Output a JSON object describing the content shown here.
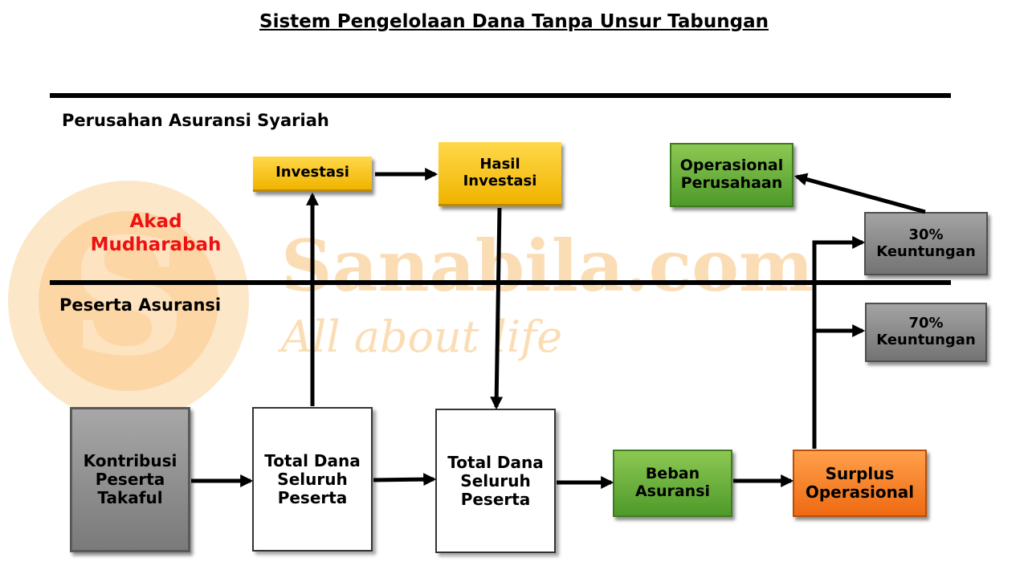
{
  "title": "Sistem Pengelolaan Dana Tanpa Unsur Tabungan",
  "sections": {
    "company": "Perusahan Asuransi Syariah",
    "participants": "Peserta Asuransi"
  },
  "akad": "Akad\nMudharabah",
  "watermark": {
    "brand": "Sanabila.com",
    "tagline": "All about life",
    "logo_letter": "S"
  },
  "nodes": {
    "investasi": "Investasi",
    "hasil_investasi": "Hasil\nInvestasi",
    "operasional_perusahaan": "Operasional\nPerusahaan",
    "keuntungan_30": "30%\nKeuntungan",
    "keuntungan_70": "70%\nKeuntungan",
    "kontribusi": "Kontribusi\nPeserta\nTakaful",
    "total_dana_1": "Total Dana\nSeluruh\nPeserta",
    "total_dana_2": "Total Dana\nSeluruh\nPeserta",
    "beban_asuransi": "Beban\nAsuransi",
    "surplus": "Surplus\nOperasional"
  },
  "colors": {
    "gold": "#f5c000",
    "green": "#5aa832",
    "gray": "#8a8a8a",
    "orange": "#f57a20",
    "akad_red": "#ee1111",
    "watermark": "#f9c27a"
  }
}
